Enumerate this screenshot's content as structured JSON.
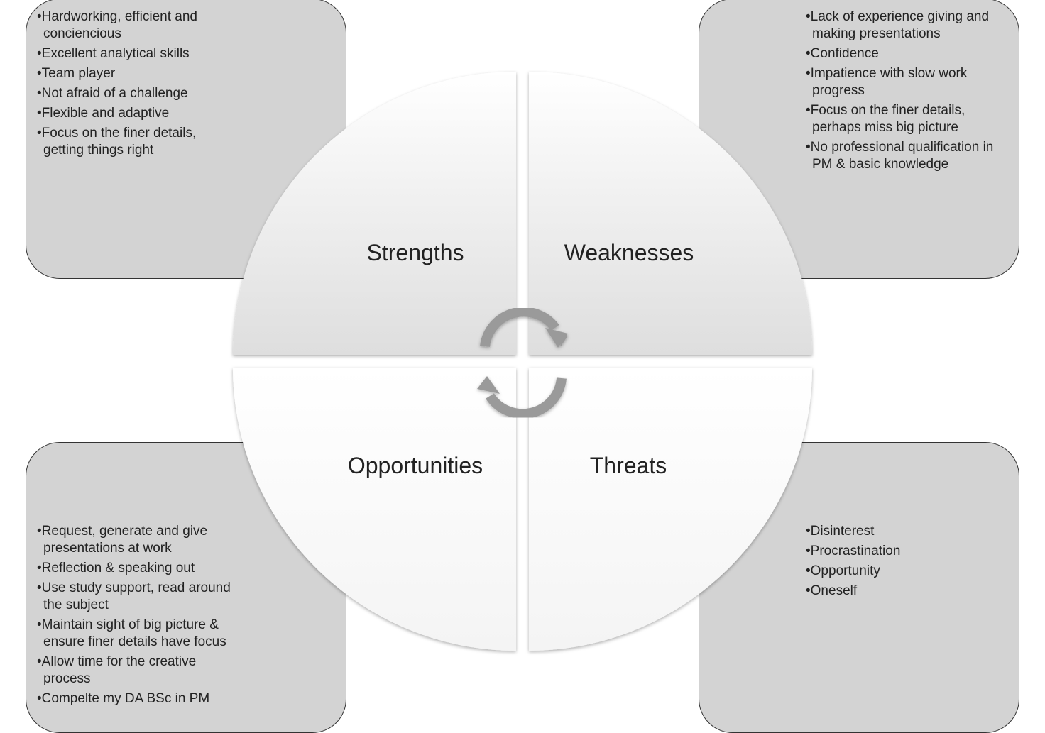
{
  "quadrants": {
    "strengths": {
      "title": "Strengths",
      "items": [
        "Hardworking, efficient and conciencious",
        "Excellent analytical skills",
        "Team player",
        "Not afraid of a challenge",
        "Flexible and adaptive",
        "Focus on the finer details, getting things right"
      ]
    },
    "weaknesses": {
      "title": "Weaknesses",
      "items": [
        "Lack of experience giving and making presentations",
        "Confidence",
        "Impatience with slow work progress",
        "Focus on the finer details, perhaps miss big picture",
        "No professional qualification in PM & basic knowledge"
      ]
    },
    "opportunities": {
      "title": "Opportunities",
      "items": [
        "Request, generate and give presentations at work",
        "Reflection & speaking out",
        "Use study support, read around the subject",
        "Maintain sight of big picture & ensure finer details have focus",
        "Allow time for the creative process",
        "Compelte my DA BSc in PM"
      ]
    },
    "threats": {
      "title": "Threats",
      "items": [
        "Disinterest",
        "Procrastination",
        "Opportunity",
        "Oneself"
      ]
    }
  },
  "colors": {
    "box": "#d3d3d3",
    "arrow": "#9a9a9a"
  }
}
